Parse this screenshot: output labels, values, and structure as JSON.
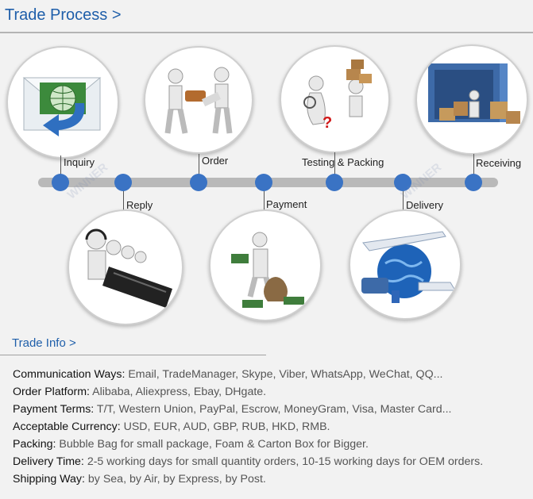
{
  "header": {
    "title": "Trade Process >"
  },
  "steps": [
    {
      "label": "Inquiry",
      "icon": "envelope-globe-icon"
    },
    {
      "label": "Reply",
      "icon": "call-center-icon"
    },
    {
      "label": "Order",
      "icon": "handshake-order-icon"
    },
    {
      "label": "Payment",
      "icon": "money-bags-icon"
    },
    {
      "label": "Testing & Packing",
      "icon": "inspection-boxes-icon"
    },
    {
      "label": "Delivery",
      "icon": "globe-transport-icon"
    },
    {
      "label": "Receiving",
      "icon": "container-boxes-icon"
    }
  ],
  "info": {
    "title": "Trade Info >",
    "rows": [
      {
        "key": "Communication Ways:",
        "value": " Email, TradeManager, Skype, Viber, WhatsApp, WeChat, QQ..."
      },
      {
        "key": "Order Platform:",
        "value": " Alibaba, Aliexpress, Ebay, DHgate."
      },
      {
        "key": "Payment Terms:",
        "value": " T/T, Western Union, PayPal, Escrow, MoneyGram, Visa, Master Card..."
      },
      {
        "key": "Acceptable Currency:",
        "value": " USD, EUR, AUD, GBP, RUB, HKD, RMB."
      },
      {
        "key": "Packing:",
        "value": " Bubble Bag for small package, Foam & Carton Box for Bigger."
      },
      {
        "key": "Delivery Time:",
        "value": " 2-5 working days for small quantity orders, 10-15 working days for OEM orders."
      },
      {
        "key": "Shipping Way:",
        "value": " by Sea, by Air, by Express, by Post."
      }
    ]
  },
  "colors": {
    "accent": "#1f5faa",
    "dot": "#3a73c4",
    "bar": "#b9b9b9"
  }
}
